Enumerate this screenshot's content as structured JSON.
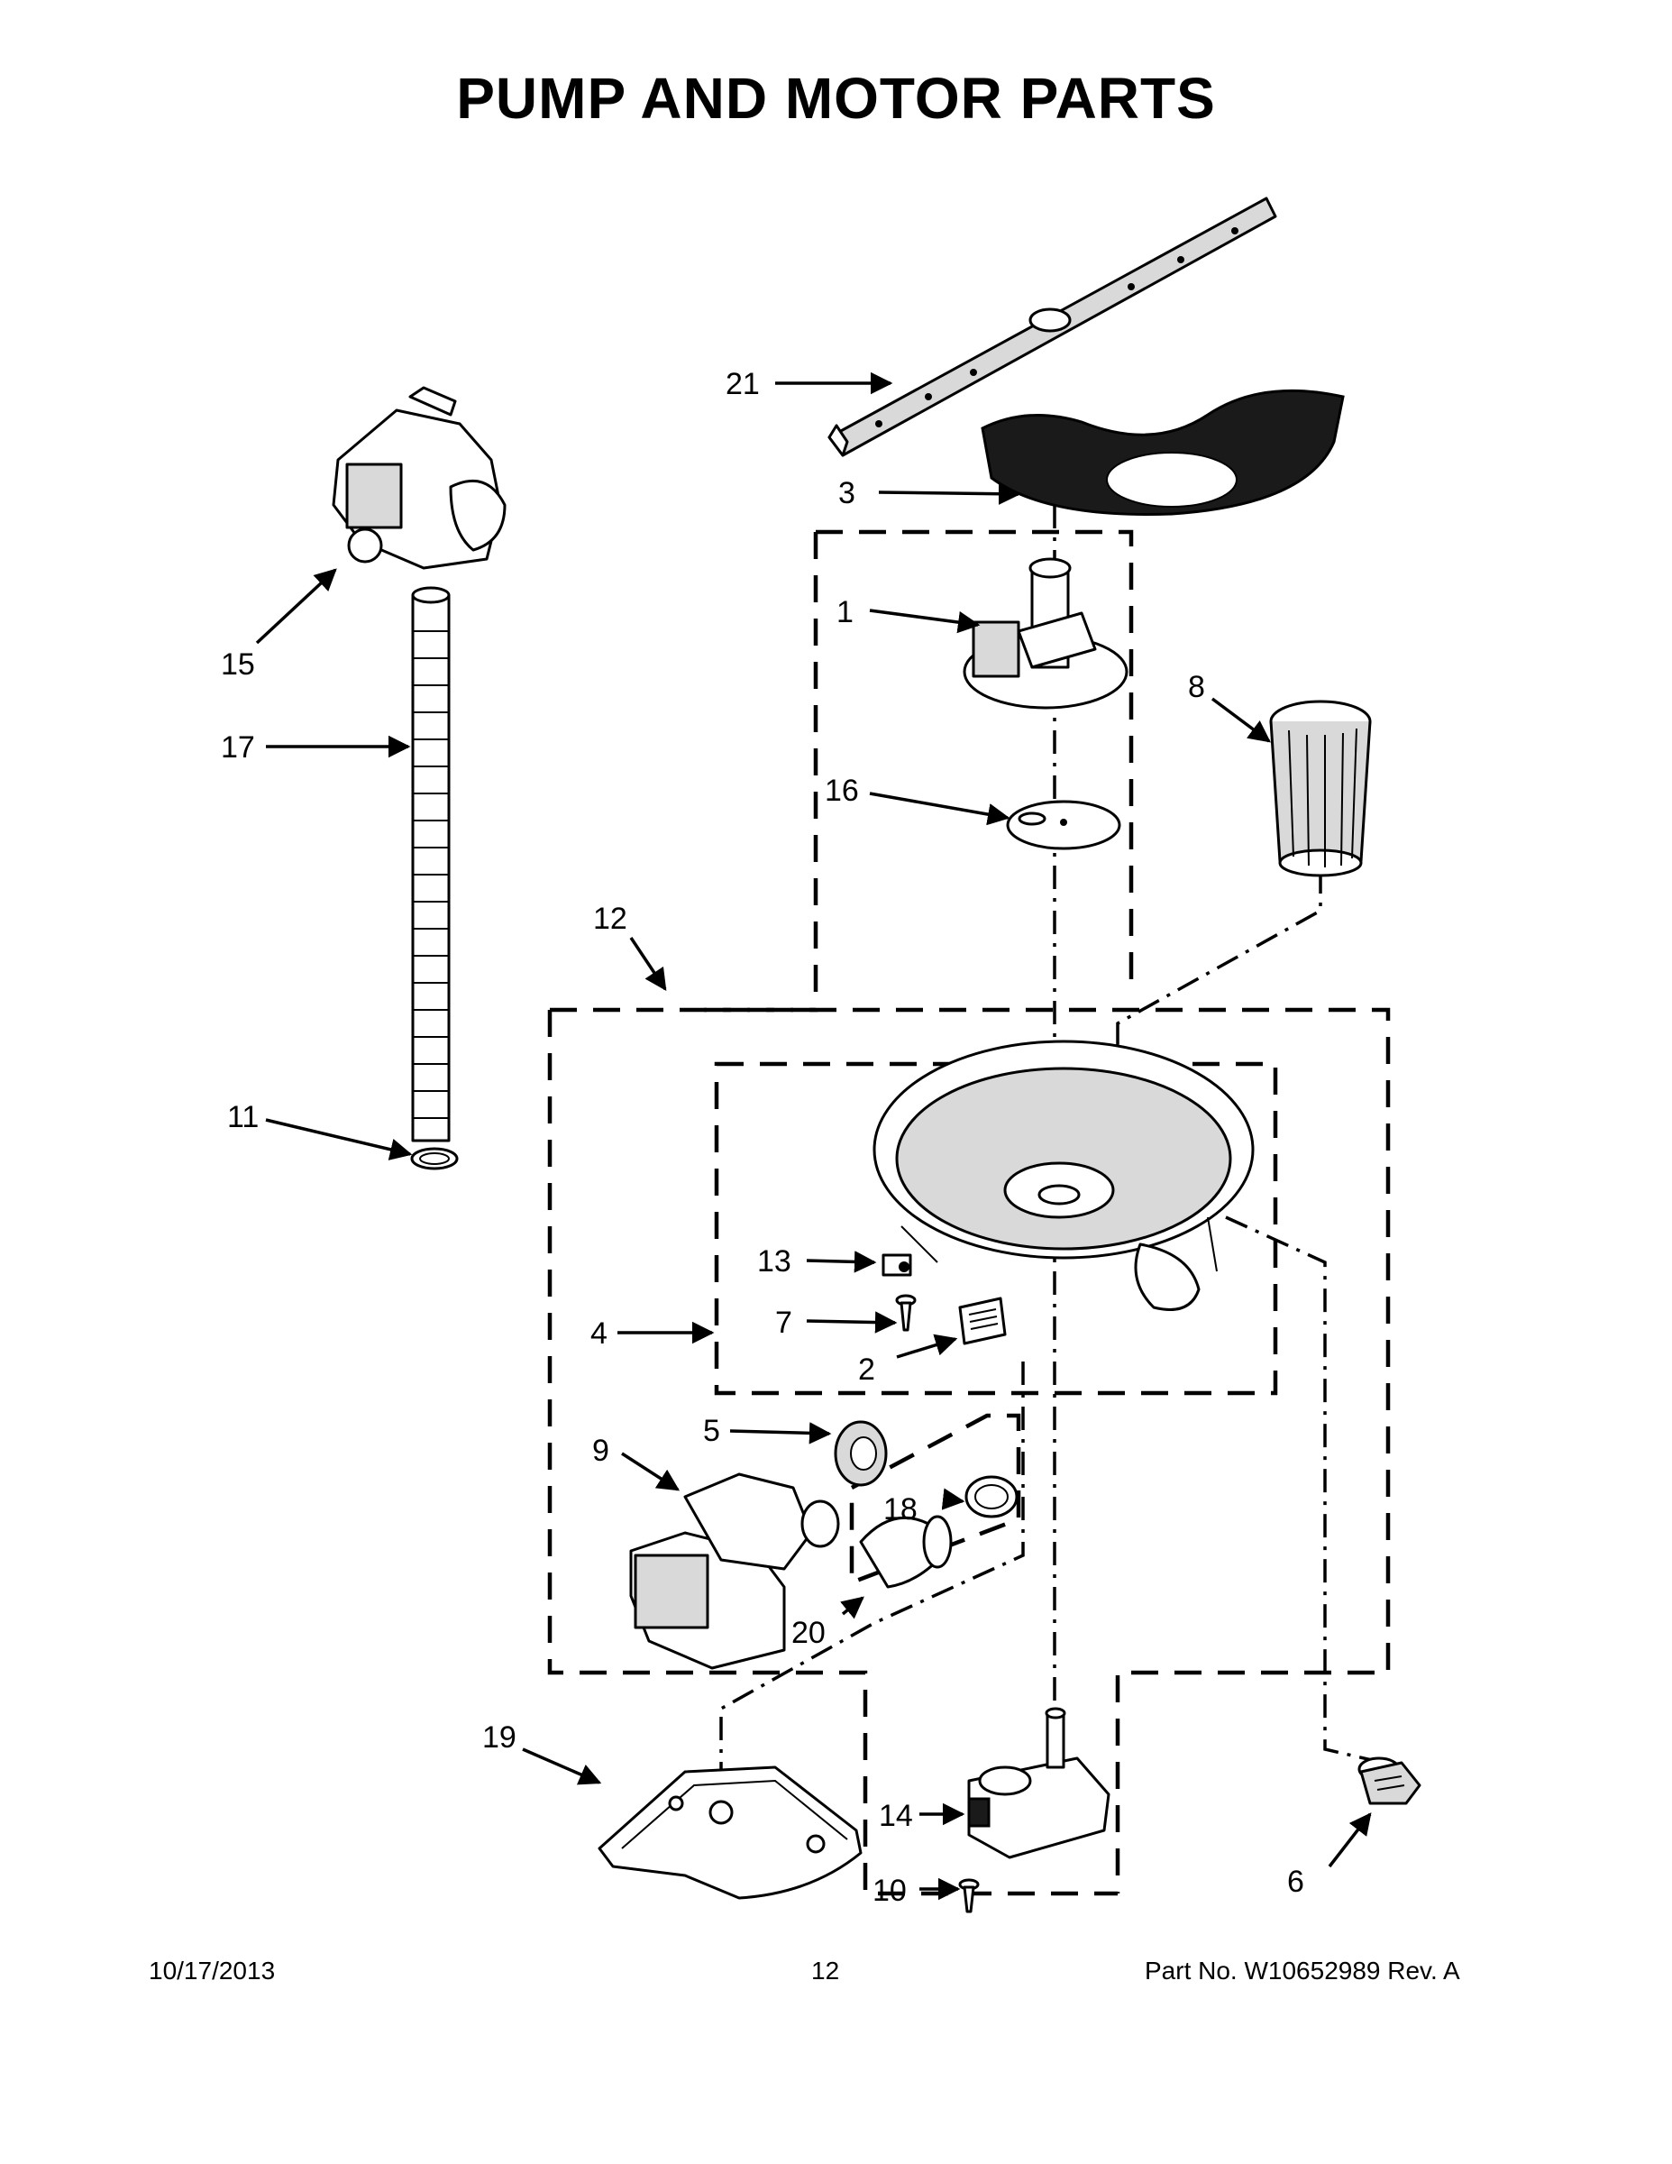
{
  "title": "PUMP AND MOTOR PARTS",
  "footer": {
    "date": "10/17/2013",
    "page": "12",
    "part_no": "Part No.  W10652989  Rev.  A"
  },
  "callouts": {
    "c1": "1",
    "c2": "2",
    "c3": "3",
    "c4": "4",
    "c5": "5",
    "c6": "6",
    "c7": "7",
    "c8": "8",
    "c9": "9",
    "c10": "10",
    "c11": "11",
    "c12": "12",
    "c13": "13",
    "c14": "14",
    "c15": "15",
    "c16": "16",
    "c17": "17",
    "c18": "18",
    "c19": "19",
    "c20": "20",
    "c21": "21"
  }
}
